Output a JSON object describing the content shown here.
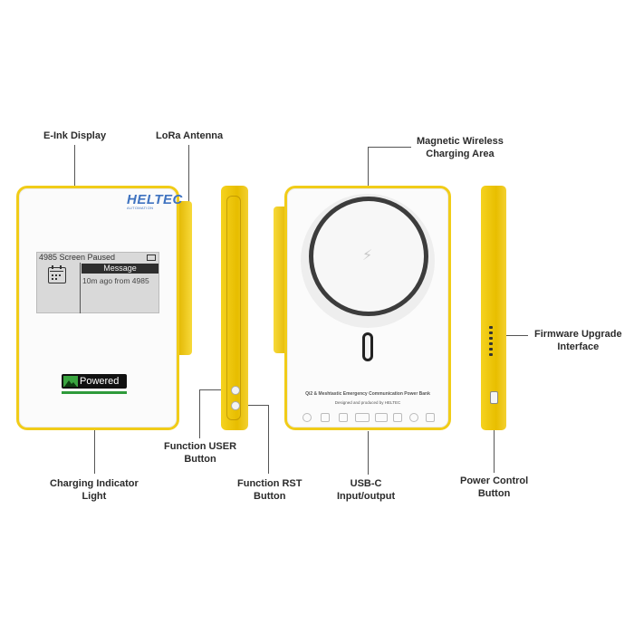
{
  "labels": {
    "eink_display": "E-Ink Display",
    "lora_antenna": "LoRa Antenna",
    "magnetic_line1": "Magnetic Wireless",
    "magnetic_line2": "Charging Area",
    "firmware_line1": "Firmware Upgrade",
    "firmware_line2": "Interface",
    "function_user_line1": "Function USER",
    "function_user_line2": "Button",
    "charging_line1": "Charging Indicator",
    "charging_line2": "Light",
    "function_rst_line1": "Function RST",
    "function_rst_line2": "Button",
    "usbc_line1": "USB-C",
    "usbc_line2": "Input/output",
    "power_line1": "Power Control",
    "power_line2": "Button"
  },
  "device": {
    "brand": "HELTEC",
    "brand_sub": "AUTOMATION",
    "screen_header": "4985 Screen Paused",
    "screen_message": "Message",
    "screen_ago": "10m ago from 4985",
    "powered": "Powered",
    "back_text": "Qi2 & Meshtastic Emergency Communication Power Bank",
    "back_designed": "Designed and produced by HELTEC",
    "bolt_icon": "lightning-icon"
  },
  "colors": {
    "frame_yellow": "#f1cc18",
    "brand_blue": "#3f73c0",
    "indicator_green": "#2e9a3a"
  }
}
